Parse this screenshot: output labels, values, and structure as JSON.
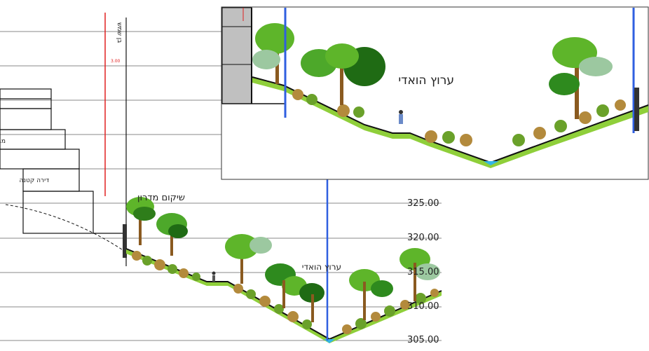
{
  "main_section": {
    "title_rehab": "שיקום מדרון",
    "title_wadi": "ערוץ הואדי",
    "elevations": [
      "325.00",
      "320.00",
      "315.00",
      "310.00",
      "305.00"
    ],
    "building_labels": [
      "מבני חד",
      "דירה קטנה"
    ],
    "vertical_label": "בן שמש",
    "red_marker": "3.00"
  },
  "inset_section": {
    "title_wadi": "ערוץ הואדי"
  }
}
